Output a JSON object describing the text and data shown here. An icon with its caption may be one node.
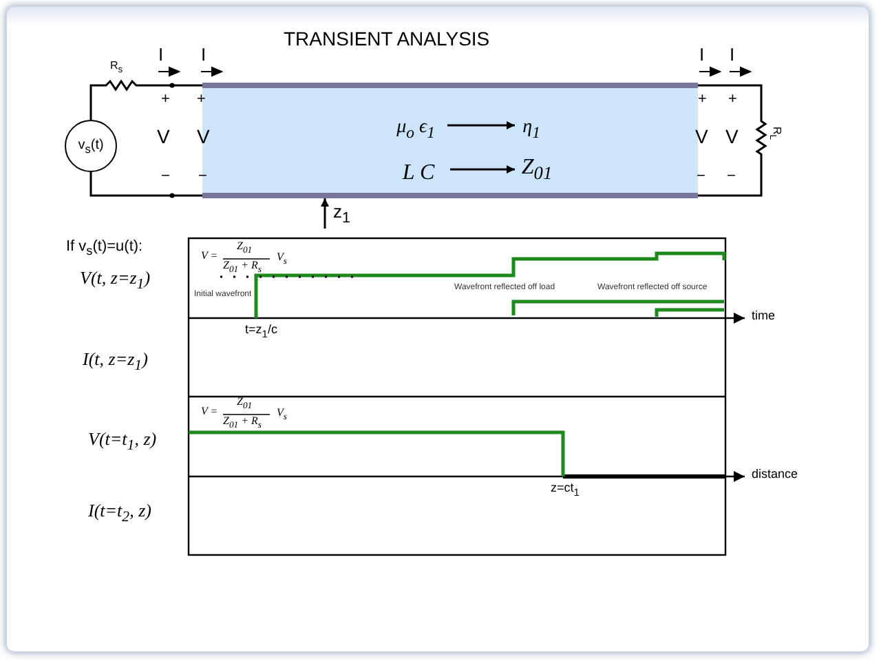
{
  "diagram": {
    "title": "TRANSIENT ANALYSIS",
    "nodes": [
      {
        "text": [],
        "shape": "box"
      },
      {
        "text": [
          "μ$_{o}$ ϵ$_{1}$"
        ],
        "in": 0
      },
      {
        "text": [
          "η$_{1}$"
        ],
        "in": 0
      },
      {
        "text": [
          "L C"
        ],
        "in": 0
      },
      {
        "text": [
          "Z$_{01}$"
        ],
        "in": 0
      },
      {
        "text": [
          "v$_{s}$(t)"
        ]
      }
    ],
    "edges": [
      {
        "from": 1,
        "to": 2,
        "arrow": "to"
      },
      {
        "from": 3,
        "to": 4,
        "arrow": "to"
      },
      {
        "from": null,
        "to": 0,
        "arrow": "to",
        "label": "z$_{1}$"
      },
      {
        "from": 5,
        "to": 0,
        "arrow": "none"
      },
      {
        "from": 5,
        "to": 0,
        "arrow": "none"
      }
    ],
    "labels": [
      "R$_{s}$",
      "I",
      "I",
      "I",
      "I",
      "+",
      "+",
      "+",
      "+",
      "V",
      "V",
      "V",
      "V",
      "−",
      "−",
      "−",
      "−",
      "R$_{L}$",
      "If v$_{s}$(t)=u(t):",
      "V(t, z=z$_{1}$)",
      "V =",
      "Z$_{01}$",
      "Z$_{01}$ + R$_{s}$",
      "V$_{s}$",
      "Initial wavefront",
      "Wavefront reflected off load",
      "Wavefront reflected off source",
      "time",
      "t=z$_{1}$/c",
      "I(t, z=z$_{1}$)",
      "V(t=t$_{1}$, z)",
      "V =",
      "Z$_{01}$",
      "Z$_{01}$ + R$_{s}$",
      "V$_{s}$",
      "distance",
      "z=ct$_{1}$",
      "I(t=t$_{2}$, z)"
    ]
  }
}
